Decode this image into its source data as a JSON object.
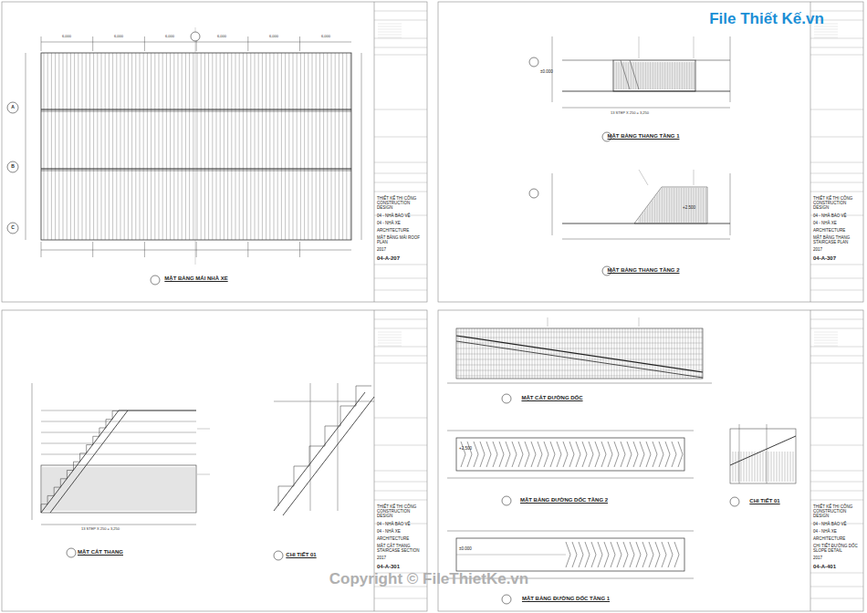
{
  "diagram": {
    "nodes": [
      {
        "text": [
          "THIẾT KẾ THI CÔNG CONSTRUCTION DESIGN",
          "04 - NHÀ BẢO VỆ",
          "04 - NHÀ XE",
          "ARCHITECTURE",
          "MẶT BẰNG MÁI ROOF PLAN",
          "2017",
          "04-A-207"
        ]
      },
      {
        "text": [
          "THIẾT KẾ THI CÔNG CONSTRUCTION DESIGN",
          "04 - NHÀ BẢO VỆ",
          "04 - NHÀ XE",
          "ARCHITECTURE",
          "MẶT BẰNG THANG STAIRCASE PLAN",
          "2017",
          "04-A-307"
        ]
      },
      {
        "text": [
          "THIẾT KẾ THI CÔNG CONSTRUCTION DESIGN",
          "04 - NHÀ BẢO VỆ",
          "04 - NHÀ XE",
          "ARCHITECTURE",
          "MẶT CẮT THANG STAIRCASE SECTION",
          "2017",
          "04-A-301"
        ]
      },
      {
        "text": [
          "THIẾT KẾ THI CÔNG CONSTRUCTION DESIGN",
          "04 - NHÀ BẢO VỆ",
          "04 - NHÀ XE",
          "ARCHITECTURE",
          "CHI TIẾT ĐƯỜNG DỐC SLOPE DETAIL",
          "2017",
          "04-A-401"
        ]
      }
    ],
    "labels": [
      "File Thiết Kế.vn",
      "Copyright © FileThietKe.vn",
      "MẶT BẰNG MÁI NHÀ XE",
      "MẶT BẰNG THANG TẦNG 1",
      "MẶT BẰNG THANG TẦNG 2",
      "MẶT CẮT THANG",
      "CHI TIẾT 01",
      "MẶT CẮT ĐƯỜNG DỐC",
      "MẶT BẰNG ĐƯỜNG DỐC TẦNG 2",
      "CHI TIẾT 01",
      "MẶT BẰNG ĐƯỜNG DỐC TẦNG 1",
      "6,000",
      "6,000",
      "6,000",
      "6,000",
      "6,000",
      "6,000",
      "A",
      "B",
      "C",
      "±0.000",
      "+2.500",
      "+2.500",
      "±0.000",
      "13 STEP X 250 = 3,250",
      "13 STEP X 250 = 3,250"
    ]
  }
}
